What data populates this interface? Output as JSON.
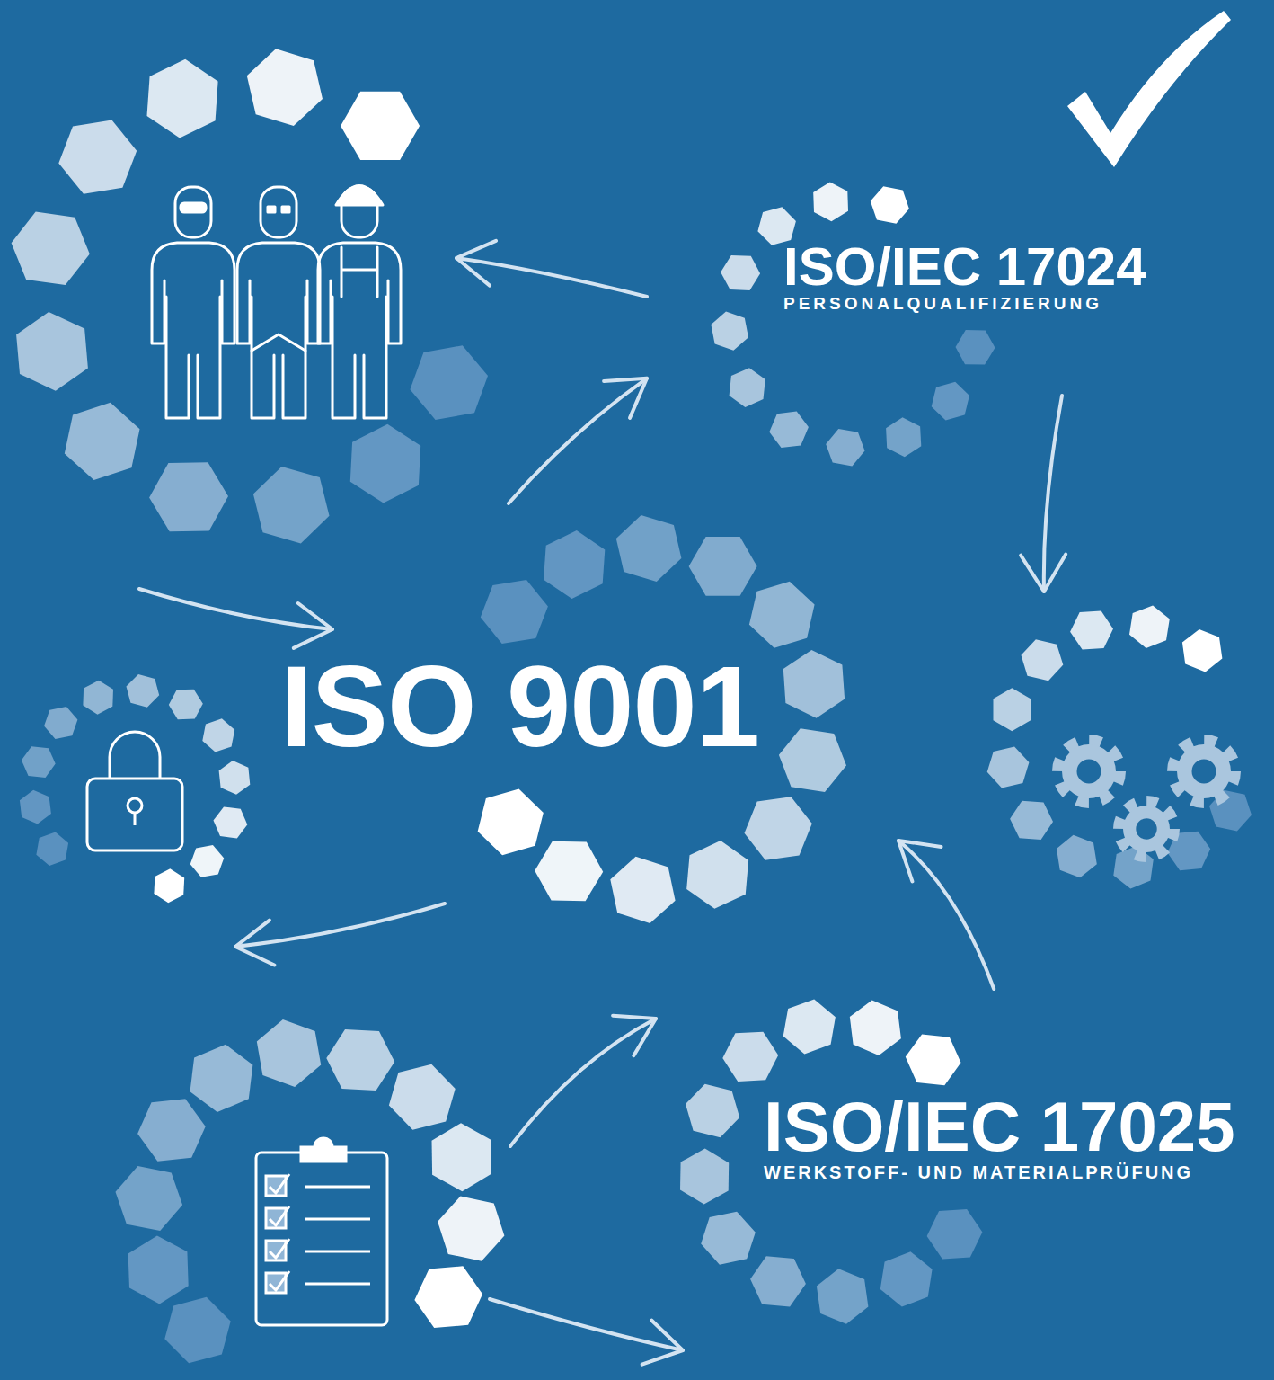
{
  "diagram": {
    "nodes": [
      {
        "text": [
          "ISO/IEC 17024",
          "PERSONALQUALIFIZIERUNG"
        ]
      },
      {
        "text": [
          "ISO 9001"
        ]
      },
      {
        "text": [
          "ISO/IEC 17025",
          "WERKSTOFF- UND MATERIALPRÜFUNG"
        ]
      }
    ],
    "edges": [
      {
        "from": 1,
        "to": 0,
        "arrow": "to"
      },
      {
        "from": 2,
        "to": 1,
        "arrow": "to"
      }
    ]
  }
}
